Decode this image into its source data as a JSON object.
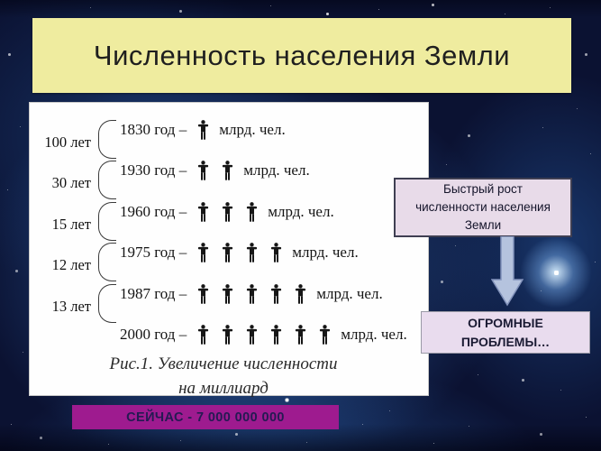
{
  "slide": {
    "title": "Численность населения Земли",
    "figure": {
      "rows": [
        {
          "year_label": "1830 год –",
          "icons": 1,
          "unit": "млрд. чел."
        },
        {
          "year_label": "1930 год –",
          "icons": 2,
          "unit": "млрд. чел."
        },
        {
          "year_label": "1960 год –",
          "icons": 3,
          "unit": "млрд. чел."
        },
        {
          "year_label": "1975 год –",
          "icons": 4,
          "unit": "млрд. чел."
        },
        {
          "year_label": "1987 год –",
          "icons": 5,
          "unit": "млрд. чел."
        },
        {
          "year_label": "2000 год –",
          "icons": 6,
          "unit": "млрд. чел."
        }
      ],
      "intervals": [
        "100 лет",
        "30 лет",
        "15 лет",
        "12 лет",
        "13 лет"
      ],
      "caption": [
        "Рис.1. Увеличение численности",
        "на миллиард"
      ]
    },
    "callout_cause": [
      "Быстрый рост",
      "численности населения",
      "Земли"
    ],
    "callout_effect": [
      "ОГРОМНЫЕ",
      "ПРОБЛЕМЫ…"
    ],
    "banner": "СЕЙЧАС - 7 000 000 000",
    "colors": {
      "title_bg": "#efec9f",
      "panel_bg": "#fefefe",
      "callout_bg": "#e8dbe9",
      "arrow_fill": "#b5c3de",
      "banner_bg": "#9e1b8f",
      "background_base": "#0b1232"
    }
  },
  "chart_data": {
    "type": "bar",
    "title": "Рис.1. Увеличение численности на миллиард",
    "categories": [
      "1830",
      "1930",
      "1960",
      "1975",
      "1987",
      "2000"
    ],
    "values": [
      1,
      2,
      3,
      4,
      5,
      6
    ],
    "ylabel": "млрд. чел.",
    "xlabel": "год",
    "intervals_between_milestones": [
      "100 лет",
      "30 лет",
      "15 лет",
      "12 лет",
      "13 лет"
    ],
    "annotation_current": "СЕЙЧАС - 7 000 000 000"
  }
}
